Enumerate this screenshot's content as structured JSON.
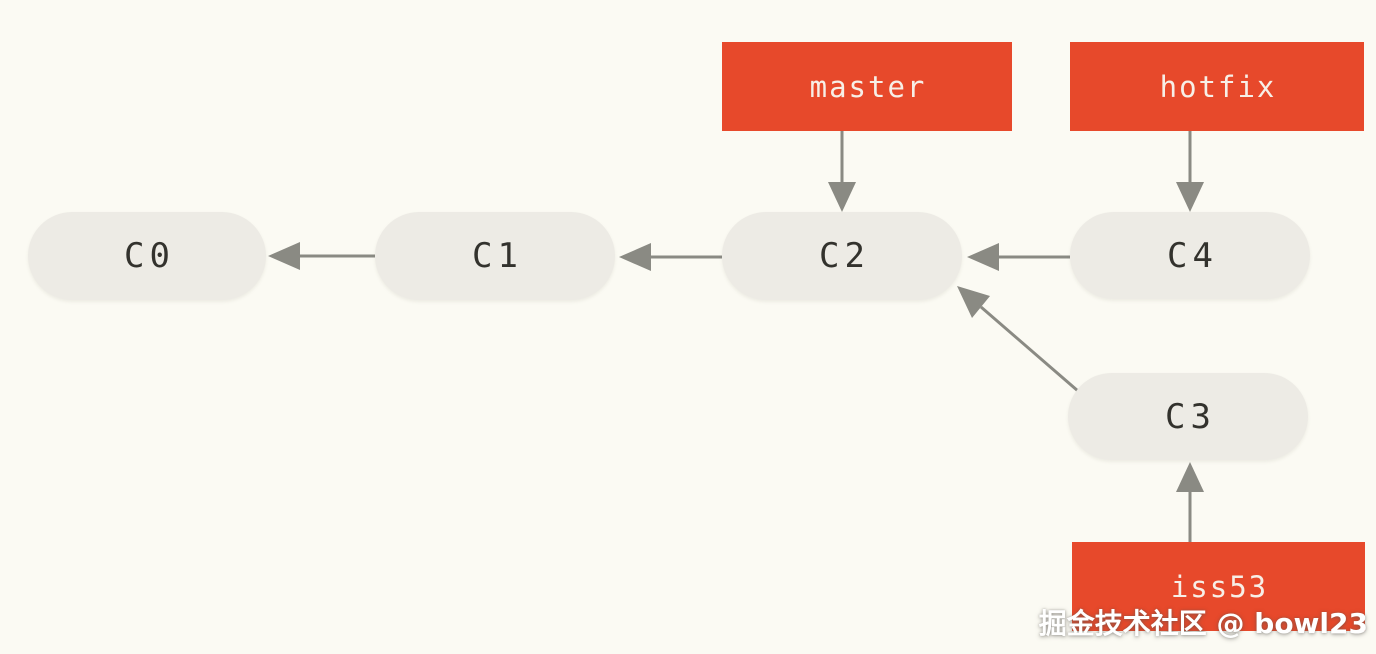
{
  "diagram_title": "git-branch-history-diagram",
  "commits": [
    {
      "id": "C0"
    },
    {
      "id": "C1"
    },
    {
      "id": "C2"
    },
    {
      "id": "C3"
    },
    {
      "id": "C4"
    }
  ],
  "branches": [
    {
      "label": "master"
    },
    {
      "label": "hotfix"
    },
    {
      "label": "iss53"
    }
  ],
  "edges": [
    {
      "from": "C1",
      "to": "C0",
      "type": "parent"
    },
    {
      "from": "C2",
      "to": "C1",
      "type": "parent"
    },
    {
      "from": "C4",
      "to": "C2",
      "type": "parent"
    },
    {
      "from": "C3",
      "to": "C2",
      "type": "parent"
    },
    {
      "from": "master",
      "to": "C2",
      "type": "branch-pointer"
    },
    {
      "from": "hotfix",
      "to": "C4",
      "type": "branch-pointer"
    },
    {
      "from": "iss53",
      "to": "C3",
      "type": "branch-pointer"
    }
  ],
  "watermark": {
    "text": "掘金技术社区 @ bowl23"
  },
  "colors": {
    "background": "#fbfaf3",
    "branch_red": "#e7492b",
    "branch_text": "#f7efe7",
    "node_bg": "#edebe5",
    "node_text": "#33322d",
    "arrow": "#8a8a83"
  }
}
